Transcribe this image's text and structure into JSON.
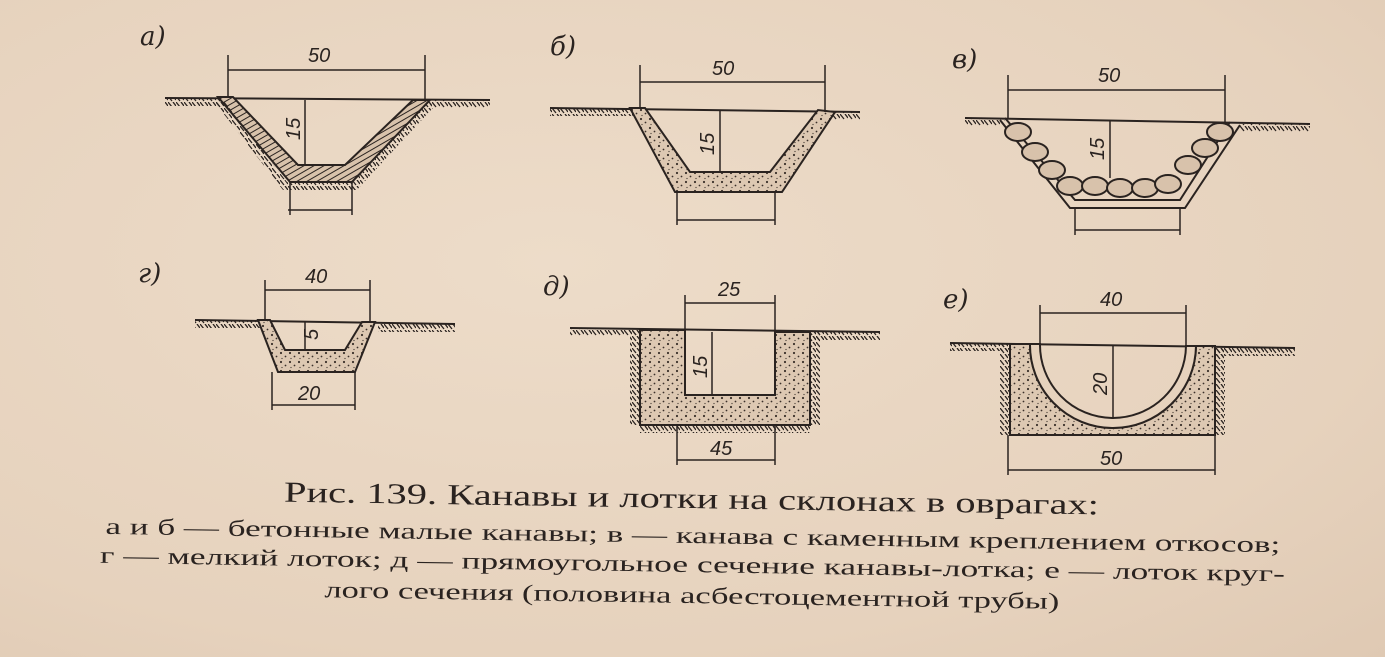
{
  "figures": [
    {
      "label": "а)",
      "top_width": "50",
      "depth": "15"
    },
    {
      "label": "б)",
      "top_width": "50",
      "depth": "15"
    },
    {
      "label": "в)",
      "top_width": "50",
      "depth": "15"
    },
    {
      "label": "г)",
      "top_width": "40",
      "depth": "5",
      "bottom_width": "20"
    },
    {
      "label": "д)",
      "top_width": "25",
      "depth": "15",
      "bottom_width": "45"
    },
    {
      "label": "е)",
      "top_width": "40",
      "depth": "20",
      "bottom_width": "50"
    }
  ],
  "caption": {
    "title": "Рис. 139. Канавы и лотки на склонах в оврагах:",
    "line1": "а и б — бетонные малые канавы; в — канава с каменным креплением откосов;",
    "line2": "г — мелкий лоток; д — прямоугольное сечение канавы-лотка; е — лоток круг-",
    "line3": "лого сечения (половина асбестоцементной трубы)"
  }
}
